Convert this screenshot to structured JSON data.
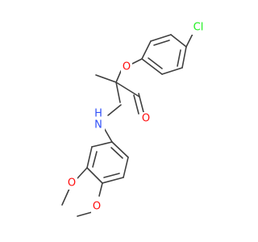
{
  "molecule": {
    "colors": {
      "bond": "#3f3f3f",
      "carbon": "#3f3f3f",
      "oxygen": "#ff0d0d",
      "nitrogen": "#3050f8",
      "chlorine": "#1ff01f",
      "background": "#ffffff"
    },
    "labels": {
      "cl": "Cl",
      "o_ether": "O",
      "o_carbonyl": "O",
      "nh_n": "N",
      "nh_h": "H",
      "o_methoxy_1": "O",
      "o_methoxy_2": "O"
    }
  }
}
